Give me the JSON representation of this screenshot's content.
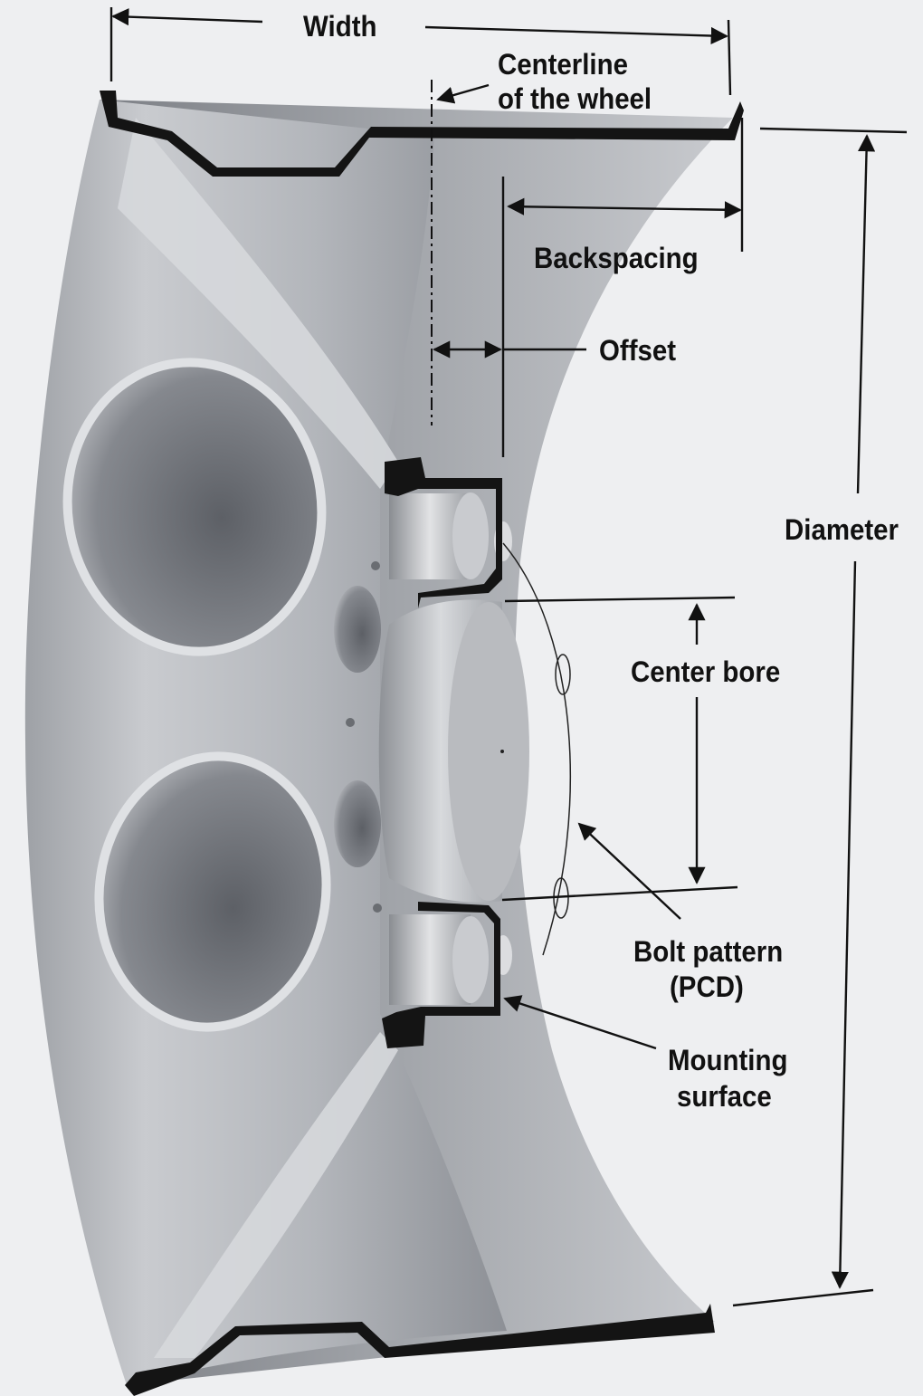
{
  "diagram": {
    "labels": {
      "width": "Width",
      "centerline_1": "Centerline",
      "centerline_2": "of the wheel",
      "backspacing": "Backspacing",
      "offset": "Offset",
      "diameter": "Diameter",
      "center_bore": "Center bore",
      "bolt_pattern_1": "Bolt pattern",
      "bolt_pattern_2": "(PCD)",
      "mounting_1": "Mounting",
      "mounting_2": "surface"
    },
    "colors": {
      "background": "#eeeff1",
      "metal_light": "#d9dbde",
      "metal_mid": "#a9acb1",
      "metal_dark": "#6f7277",
      "section": "#111111"
    }
  }
}
